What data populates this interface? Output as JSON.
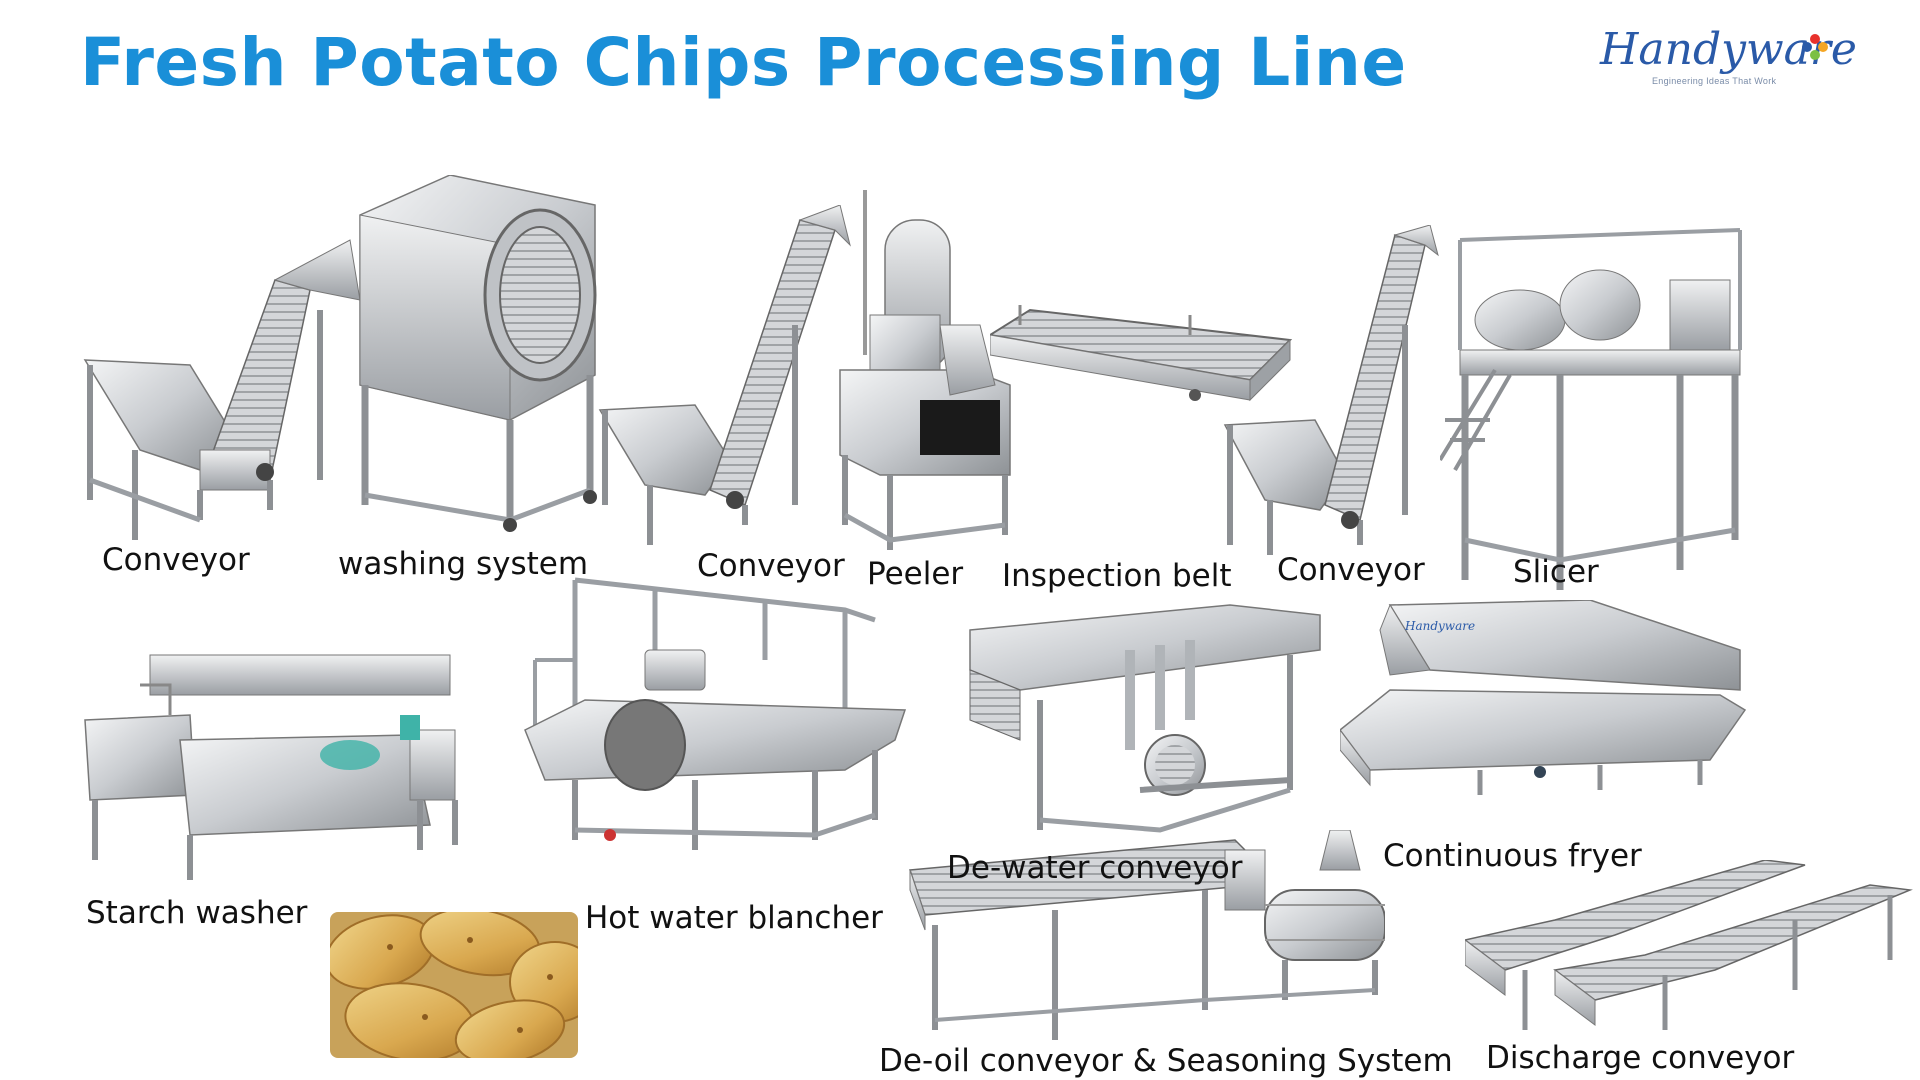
{
  "title": "Fresh Potato Chips Processing Line",
  "logo": {
    "word": "Handyware",
    "tagline": "Engineering Ideas That Work",
    "colors": [
      "#e8312c",
      "#f5a623",
      "#7bc043",
      "#2a5aa8"
    ]
  },
  "brand_color": "#1a8fd8",
  "machines": [
    {
      "id": "conveyor-1",
      "label": "Conveyor",
      "icon": "incline-conveyor-icon"
    },
    {
      "id": "washing-system",
      "label": "washing system",
      "icon": "drum-washer-icon"
    },
    {
      "id": "conveyor-2",
      "label": "Conveyor",
      "icon": "incline-conveyor-icon"
    },
    {
      "id": "peeler",
      "label": "Peeler",
      "icon": "peeler-icon"
    },
    {
      "id": "inspection-belt",
      "label": "Inspection belt",
      "icon": "flat-belt-icon"
    },
    {
      "id": "conveyor-3",
      "label": "Conveyor",
      "icon": "incline-conveyor-icon"
    },
    {
      "id": "slicer",
      "label": "Slicer",
      "icon": "slicer-platform-icon"
    },
    {
      "id": "starch-washer",
      "label": "Starch washer",
      "icon": "tank-washer-icon"
    },
    {
      "id": "hot-water-blancher",
      "label": "Hot water blancher",
      "icon": "blancher-icon"
    },
    {
      "id": "de-water-conveyor",
      "label": "De-water conveyor",
      "icon": "dewater-conveyor-icon"
    },
    {
      "id": "continuous-fryer",
      "label": "Continuous fryer",
      "icon": "fryer-icon"
    },
    {
      "id": "de-oil-seasoning",
      "label": "De-oil conveyor & Seasoning System",
      "icon": "seasoning-drum-icon"
    },
    {
      "id": "discharge-conveyor",
      "label": "Discharge conveyor",
      "icon": "discharge-conveyor-icon"
    }
  ],
  "product_photo": {
    "icon": "potato-chips-photo"
  }
}
